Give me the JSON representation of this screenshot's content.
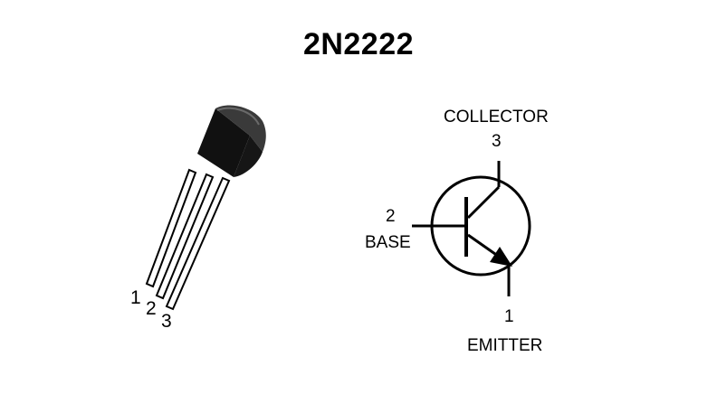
{
  "title": "2N2222",
  "package": {
    "pins": [
      "1",
      "2",
      "3"
    ]
  },
  "symbol": {
    "collector": {
      "name": "COLLECTOR",
      "pin": "3"
    },
    "base": {
      "name": "BASE",
      "pin": "2"
    },
    "emitter": {
      "name": "EMITTER",
      "pin": "1"
    }
  },
  "colors": {
    "ink": "#000000",
    "background": "#ffffff",
    "body_dark": "#0b0b0b",
    "body_highlight": "#4a4a4a"
  }
}
